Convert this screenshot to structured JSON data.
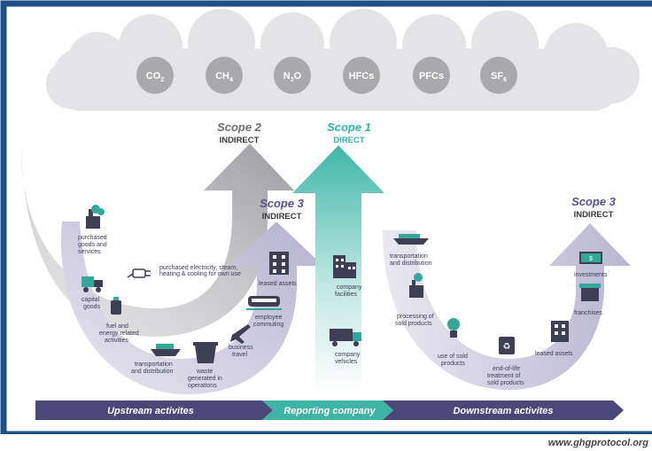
{
  "gases": [
    {
      "label": "CO",
      "sub": "2"
    },
    {
      "label": "CH",
      "sub": "4"
    },
    {
      "label": "N",
      "sub": "2",
      "suffix": "O"
    },
    {
      "label": "HFCs",
      "sub": ""
    },
    {
      "label": "PFCs",
      "sub": ""
    },
    {
      "label": "SF",
      "sub": "6"
    }
  ],
  "scopes": {
    "scope2": {
      "title": "Scope 2",
      "subtitle": "INDIRECT"
    },
    "scope1": {
      "title": "Scope 1",
      "subtitle": "DIRECT"
    },
    "scope3_upstream": {
      "title": "Scope 3",
      "subtitle": "INDIRECT"
    },
    "scope3_downstream": {
      "title": "Scope 3",
      "subtitle": "INDIRECT"
    }
  },
  "upstream_categories": {
    "purchased_goods": [
      "purchased",
      "goods and",
      "services"
    ],
    "capital_goods": [
      "capital",
      "goods"
    ],
    "fuel_energy": [
      "fuel and",
      "energy related",
      "activities"
    ],
    "transport_distribution": [
      "transportation",
      "and distribution"
    ],
    "waste": [
      "waste",
      "generated in",
      "operations"
    ],
    "business_travel": [
      "business",
      "travel"
    ],
    "employee_commuting": [
      "employee",
      "commuting"
    ],
    "leased_assets": [
      "leased assets"
    ],
    "purchased_electricity": [
      "purchased electricity, steam,",
      "heating & cooling for own use"
    ]
  },
  "company_categories": {
    "facilities": [
      "company",
      "facilities"
    ],
    "vehicles": [
      "company",
      "vehicles"
    ]
  },
  "downstream_categories": {
    "transport_distribution": [
      "transportation",
      "and distribution"
    ],
    "processing": [
      "processing of",
      "sold products"
    ],
    "use_of_sold": [
      "use of sold",
      "products"
    ],
    "end_of_life": [
      "end-of-life",
      "treatment of",
      "sold products"
    ],
    "leased_assets": [
      "leased assets"
    ],
    "franchises": [
      "franchises"
    ],
    "investments": [
      "investments"
    ]
  },
  "bar": {
    "upstream": "Upstream activites",
    "reporting": "Reporting company",
    "downstream": "Downstream activites"
  },
  "source_url": "www.ghgprotocol.org",
  "colors": {
    "frame": "#1f4f86",
    "cloud": "#e4e4e6",
    "gas_circle": "#a9a9ab",
    "scope2_text": "#6f6f72",
    "scope1_text": "#2fb3a3",
    "scope3_text": "#55548a",
    "bar_dark": "#4a4878",
    "bar_teal": "#3fb3a4",
    "icon_dark": "#3e3e54",
    "icon_teal": "#33a89a"
  }
}
